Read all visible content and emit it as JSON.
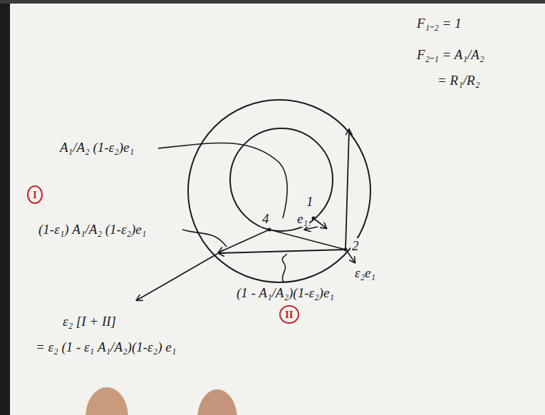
{
  "diagram": {
    "labels": [
      "F₁₋₂ = 1",
      "F₂₋₁ = A₁/A₂",
      "= R₁/R₂",
      "A₁/A₂ (1-ε₂)e₁",
      "I",
      "(1-ε₁) A₁/A₂ (1-ε₂)e₁",
      "1",
      "4",
      "2",
      "e₁",
      "ε₂e₁",
      "(1 - A₁/A₂)(1-ε₂)e₁",
      "II",
      "ε₂ [I + II]",
      "= ε₂ (1 - ε₁ A₁/A₂)(1-ε₂) e₁"
    ]
  }
}
